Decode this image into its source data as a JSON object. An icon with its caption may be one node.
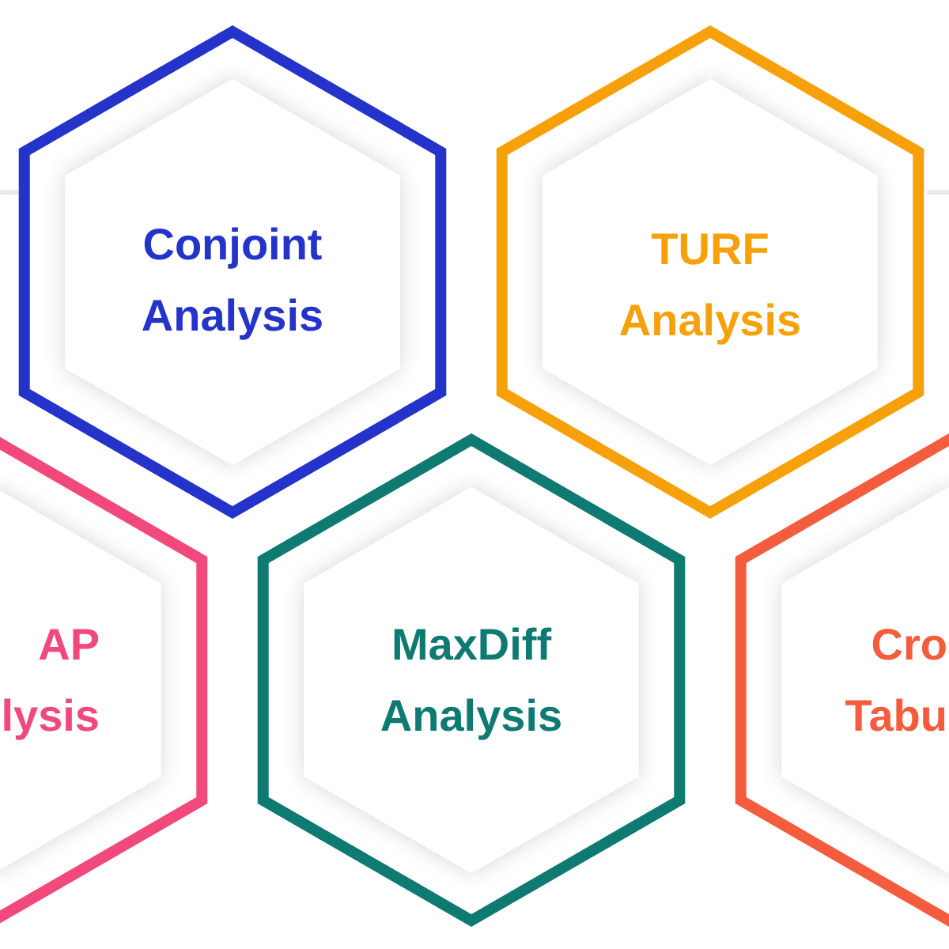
{
  "diagram": {
    "nodes": [
      {
        "text": [
          "Conjoint Analysis"
        ]
      },
      {
        "text": [
          "TURF Analysis"
        ]
      },
      {
        "text": [
          "AP lysis"
        ]
      },
      {
        "text": [
          "MaxDiff Analysis"
        ]
      },
      {
        "text": [
          "Cro Tabu"
        ]
      }
    ]
  }
}
